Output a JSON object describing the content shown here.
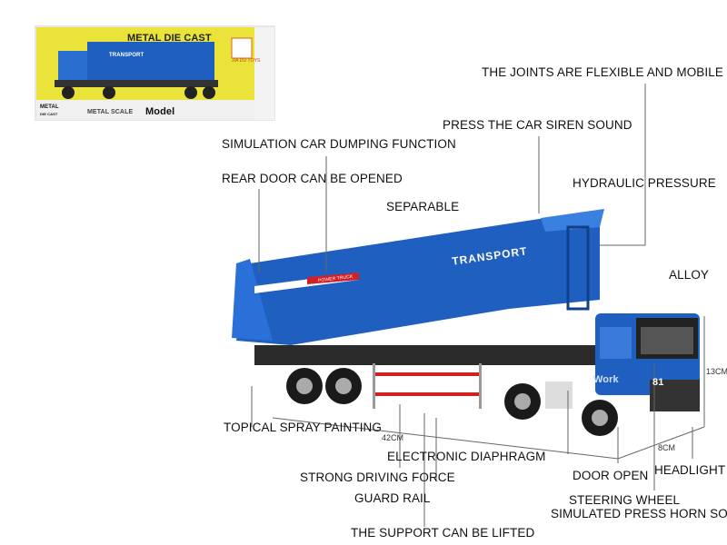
{
  "box": {
    "header_text": "METAL DIE CAST",
    "brand": "JIA DU TOYS",
    "badge_line1": "METAL",
    "badge_line2": "DIE CAST",
    "scale_text": "METAL SCALE",
    "model_text": "Model",
    "box_truck_text": "TRANSPORT"
  },
  "truck": {
    "body_text": "TRANSPORT",
    "stripe_text": "POWER TRUCK",
    "cab_text": "Work",
    "cab_number": "81",
    "color": "#1f5fc0"
  },
  "dimensions": {
    "length": "42CM",
    "height": "13CM",
    "width": "8CM"
  },
  "labels": {
    "joints": "THE JOINTS ARE FLEXIBLE AND MOBILE",
    "siren": "PRESS THE CAR SIREN SOUND",
    "dumping": "SIMULATION CAR DUMPING FUNCTION",
    "rear_door": "REAR DOOR CAN BE OPENED",
    "hydraulic": "HYDRAULIC PRESSURE",
    "separable": "SEPARABLE",
    "alloy": "ALLOY",
    "spray": "TOPICAL SPRAY PAINTING",
    "diaphragm": "ELECTRONIC DIAPHRAGM",
    "driving": "STRONG DRIVING FORCE",
    "door_open": "DOOR OPEN",
    "headlight": "HEADLIGHT",
    "guard_rail": "GUARD RAIL",
    "steering": "STEERING WHEEL",
    "horn": "SIMULATED PRESS HORN SOUND",
    "support": "THE SUPPORT CAN BE LIFTED"
  }
}
